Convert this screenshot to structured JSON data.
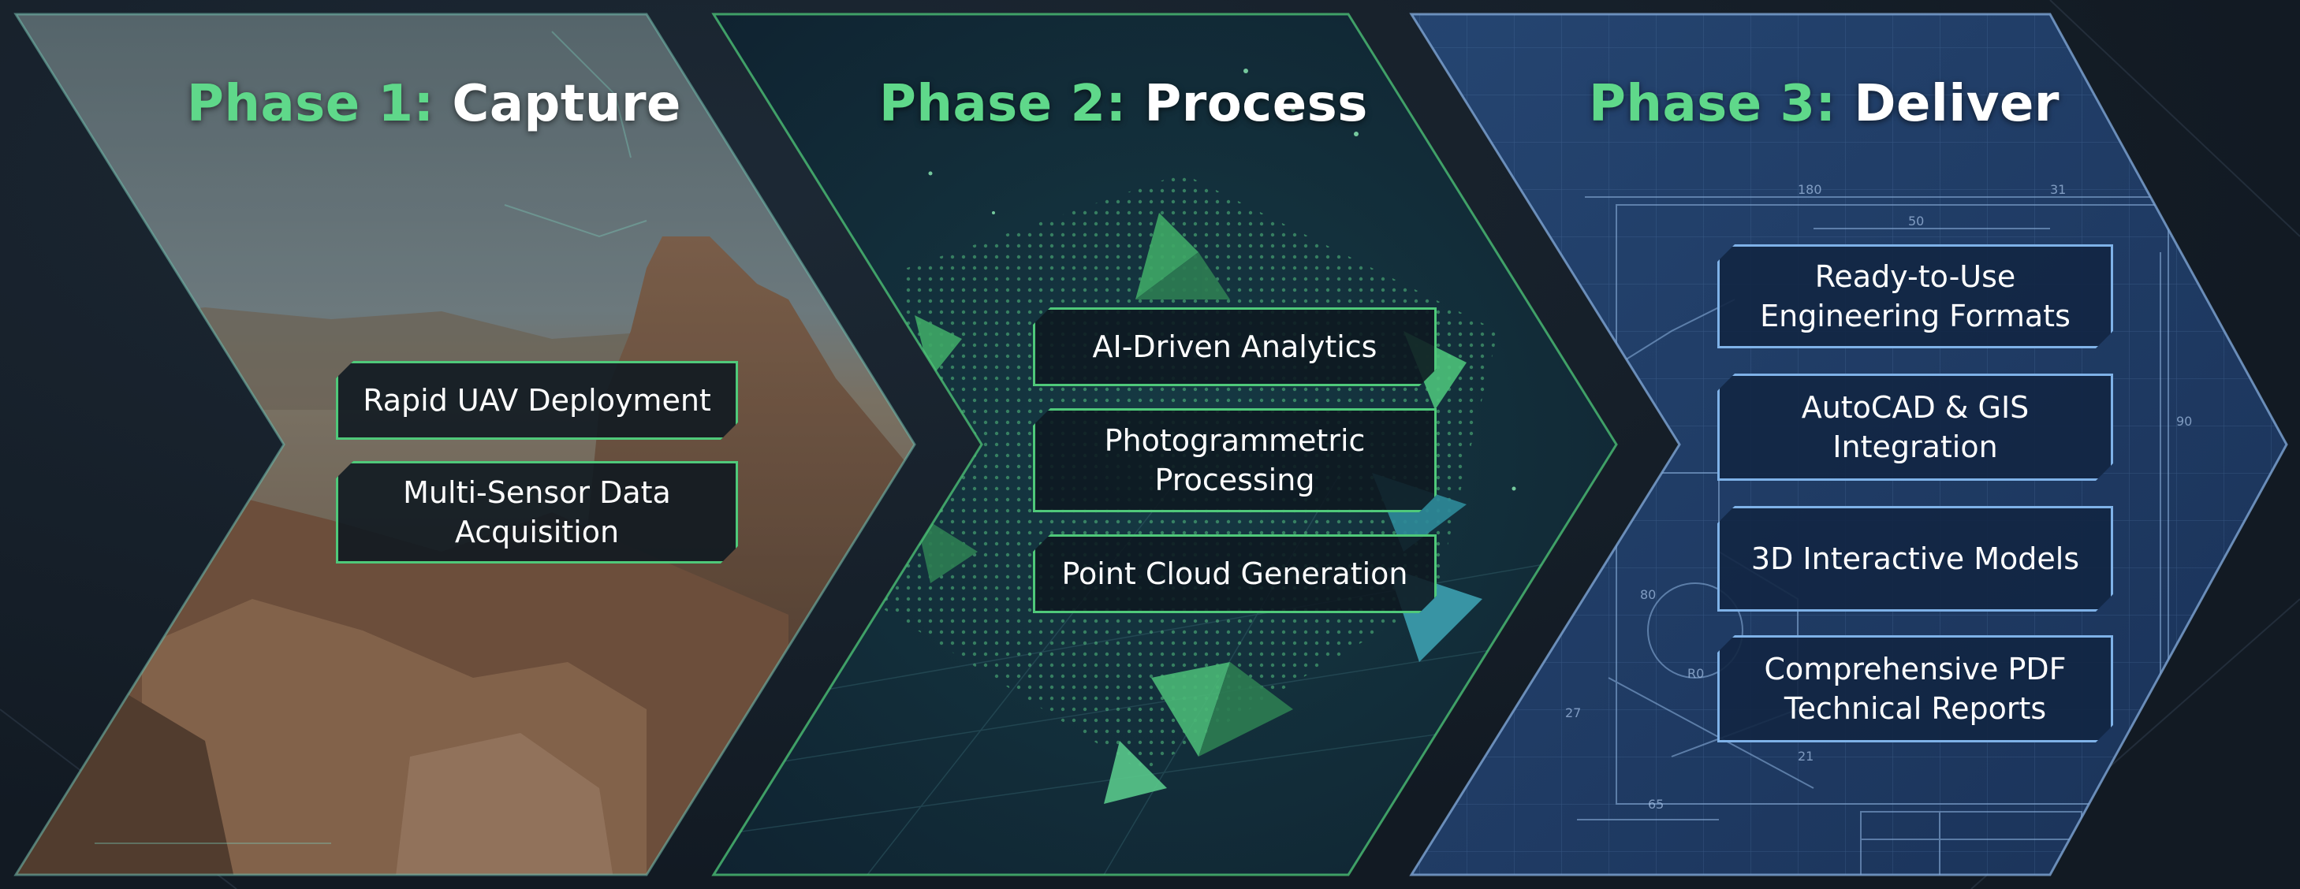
{
  "phases": [
    {
      "number_label": "Phase 1:",
      "name": "Capture",
      "items": [
        "Rapid UAV Deployment",
        "Multi-Sensor Data\nAcquisition"
      ]
    },
    {
      "number_label": "Phase 2:",
      "name": "Process",
      "items": [
        "AI-Driven Analytics",
        "Photogrammetric\nProcessing",
        "Point Cloud Generation"
      ]
    },
    {
      "number_label": "Phase 3:",
      "name": "Deliver",
      "items": [
        "Ready-to-Use\nEngineering Formats",
        "AutoCAD & GIS\nIntegration",
        "3D Interactive Models",
        "Comprehensive PDF\nTechnical Reports"
      ]
    }
  ],
  "blueprint_dimensions": [
    "180",
    "31",
    "50",
    "80",
    "R0",
    "27",
    "65",
    "21",
    "90"
  ],
  "colors": {
    "accent_green": "#5fd88a",
    "phase3_blue": "#1f3a63",
    "background": "#131c26"
  }
}
